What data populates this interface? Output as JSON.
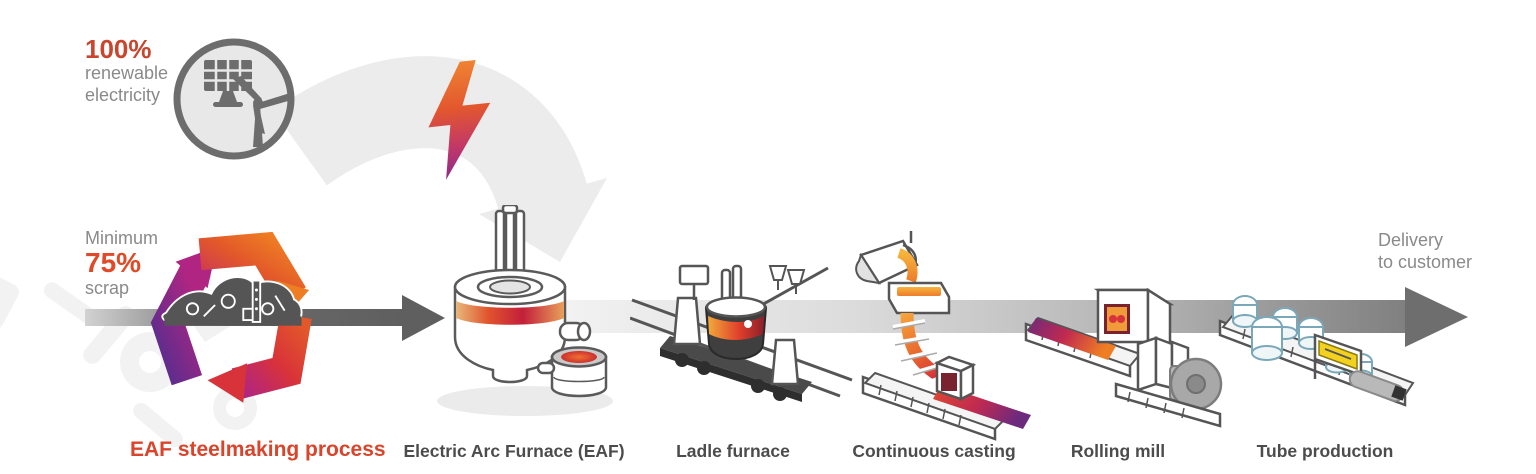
{
  "flow": {
    "title": "EAF steelmaking process",
    "electricity_value": "100%",
    "electricity_line1": "renewable",
    "electricity_line2": "electricity",
    "scrap_line1": "Minimum",
    "scrap_value": "75%",
    "scrap_line2": "scrap",
    "delivery_line1": "Delivery",
    "delivery_line2": "to customer"
  },
  "stages": [
    {
      "label": "Electric Arc Furnace (EAF)",
      "icon": "eaf-furnace-icon"
    },
    {
      "label": "Ladle furnace",
      "icon": "ladle-furnace-icon"
    },
    {
      "label": "Continuous casting",
      "icon": "continuous-casting-icon"
    },
    {
      "label": "Rolling mill",
      "icon": "rolling-mill-icon"
    },
    {
      "label": "Tube production",
      "icon": "tube-production-icon"
    }
  ],
  "icons": {
    "renewable": "renewable-energy-icon",
    "lightning": "lightning-bolt-icon",
    "recycle": "recycle-scrap-icon",
    "flow_arrow": "process-flow-arrow",
    "scrap_arrow": "scrap-feed-arrow",
    "electricity_arrow": "electricity-feed-arrow"
  },
  "colors": {
    "accent_red": "#c9452e",
    "accent_orange": "#e04a28",
    "title_red": "#d9442b",
    "gray_text": "#8a8a8a",
    "label_gray": "#4c4c4c",
    "arrow_dark": "#5f5f5f",
    "band_light": "#f2f2f2",
    "band_dark": "#6e6e6e",
    "swoosh_gray": "#ececec",
    "lightning_top": "#ef8332",
    "lightning_bottom": "#8d2a8b",
    "recycle_purple": "#5b2d8e",
    "recycle_magenta": "#b02582",
    "recycle_red": "#d8323a",
    "recycle_orange": "#ef7d23"
  }
}
